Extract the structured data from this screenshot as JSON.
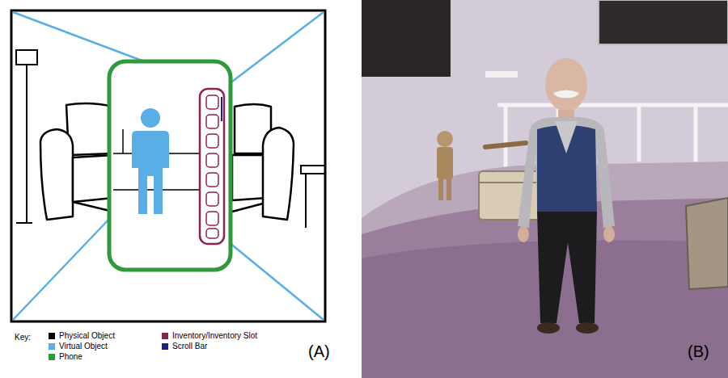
{
  "diagram": {
    "labels": [
      "Key:",
      "(A)",
      "(B)"
    ],
    "legend": [
      {
        "text": "Physical Object",
        "color": "#000000"
      },
      {
        "text": "Virtual Object",
        "color": "#5aaee6"
      },
      {
        "text": "Phone",
        "color": "#2e9a3a"
      },
      {
        "text": "Inventory/Inventory Slot",
        "color": "#8b2252"
      },
      {
        "text": "Scroll Bar",
        "color": "#1a237e"
      }
    ]
  }
}
